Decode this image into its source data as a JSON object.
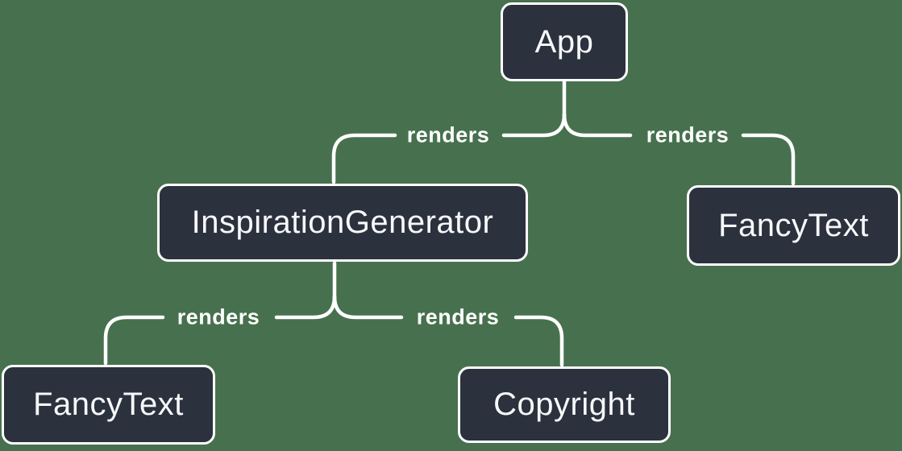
{
  "diagram": {
    "background_color": "#47714E",
    "node_fill_color": "#2B313D",
    "node_border_color": "#FFFFFF",
    "connector_color": "#FFFFFF",
    "text_color": "#F7F8FA",
    "nodes": [
      {
        "id": "app",
        "label": "App"
      },
      {
        "id": "inspiration-generator",
        "label": "InspirationGenerator"
      },
      {
        "id": "fancy-text-top",
        "label": "FancyText"
      },
      {
        "id": "fancy-text-bottom",
        "label": "FancyText"
      },
      {
        "id": "copyright",
        "label": "Copyright"
      }
    ],
    "edges": [
      {
        "from": "App",
        "to": "InspirationGenerator",
        "label": "renders"
      },
      {
        "from": "App",
        "to": "FancyText",
        "label": "renders"
      },
      {
        "from": "InspirationGenerator",
        "to": "FancyText",
        "label": "renders"
      },
      {
        "from": "InspirationGenerator",
        "to": "Copyright",
        "label": "renders"
      }
    ]
  }
}
